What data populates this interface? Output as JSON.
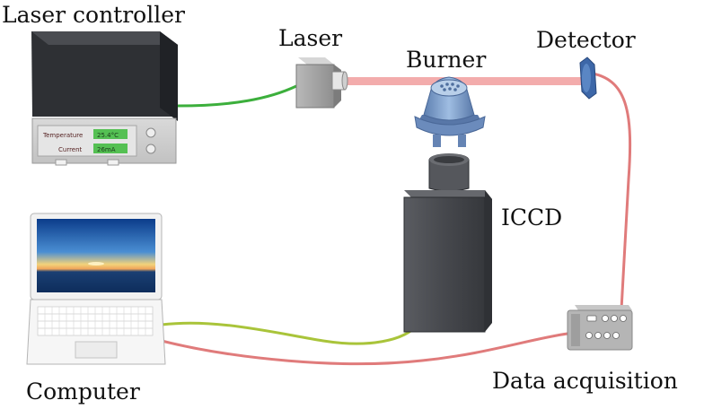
{
  "labels": {
    "laser_controller": "Laser controller",
    "laser": "Laser",
    "burner": "Burner",
    "detector": "Detector",
    "iccd": "ICCD",
    "computer": "Computer",
    "data_acquisition": "Data acquisition"
  },
  "controller_panel": {
    "temperature_label": "Temperature",
    "temperature_value": "25.4°C",
    "current_label": "Current",
    "current_value": "26mA"
  },
  "colors": {
    "laser_beam": "#f2a3a3",
    "green_cable": "#3caf3c",
    "yellow_green_cable": "#a9c43a",
    "red_cable": "#e07b7b",
    "device_dark": "#3d3f44",
    "burner_blue": "#7a9cc8"
  }
}
